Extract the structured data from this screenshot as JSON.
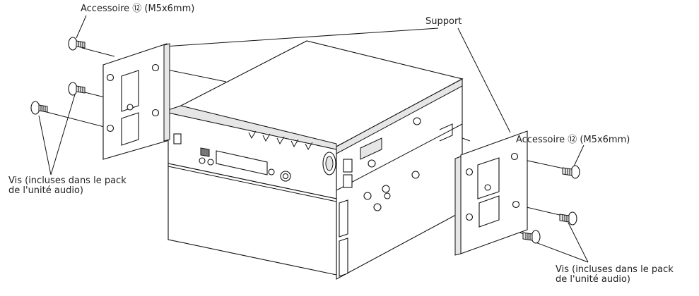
{
  "labels": {
    "accessory_top_left": "Accessoire ⑫ (M5x6mm)",
    "accessory_right": "Accessoire ⑫ (M5x6mm)",
    "support": "Support",
    "screws_left_line1": "Vis (incluses dans le pack",
    "screws_left_line2": "de l'unité audio)",
    "screws_right_line1": "Vis (incluses dans le pack",
    "screws_right_line2": "de l'unité audio)"
  }
}
